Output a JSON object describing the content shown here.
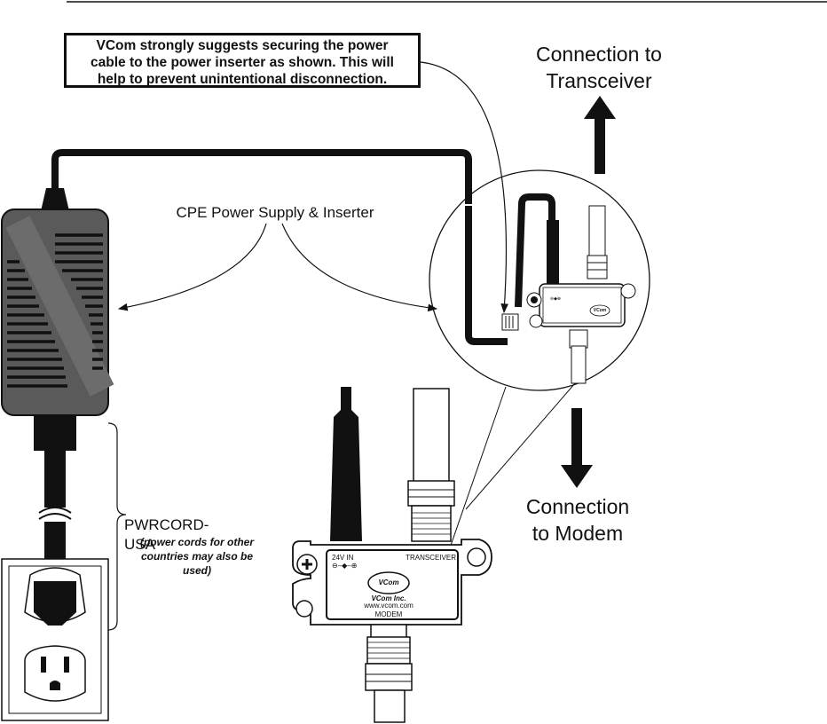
{
  "note": "VCom strongly suggests securing the power\ncable to the power inserter as shown. This will\nhelp to prevent unintentional disconnection.",
  "labels": {
    "transceiver": "Connection to\nTransceiver",
    "modem": "Connection\nto Modem",
    "cpe": "CPE Power Supply & Inserter",
    "pwrcord": "PWRCORD-USA",
    "pwrcord_note": "(power cords for other\ncountries may also be\nused)"
  },
  "device": {
    "port_power": "24V IN",
    "port_power_symbol": "⊖–◆–⊕",
    "port_transceiver": "TRANSCEIVER",
    "port_modem": "MODEM",
    "logo": "VCom",
    "company": "VCom Inc.",
    "website": "www.vcom.com"
  },
  "zoom_device": {
    "symbol": "⊖◆⊕",
    "logo": "VCom"
  }
}
